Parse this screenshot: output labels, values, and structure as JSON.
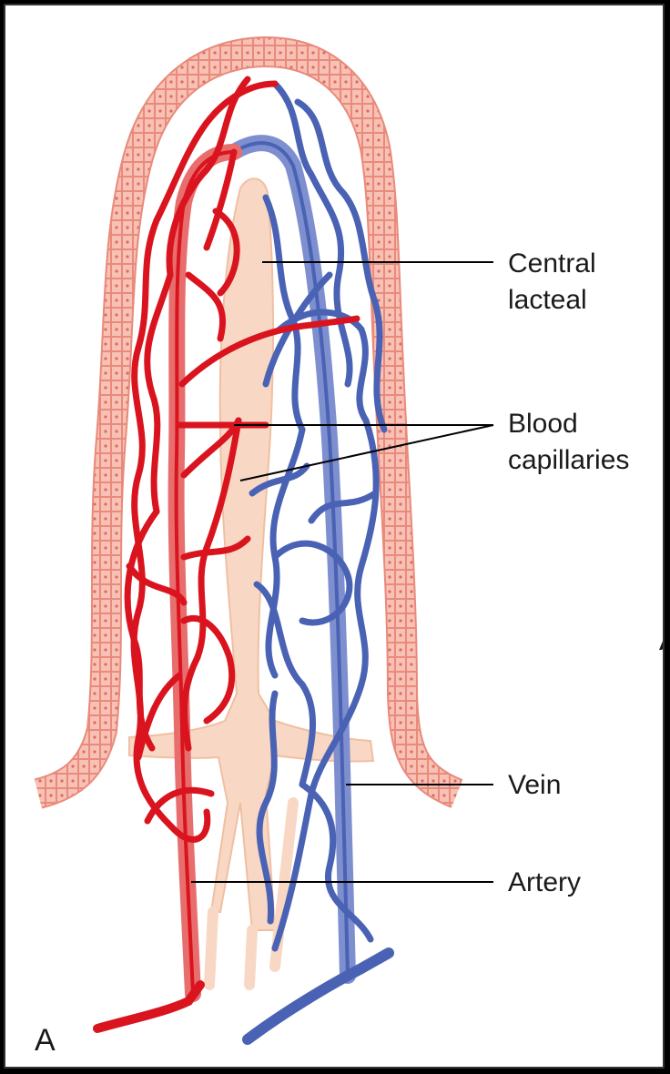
{
  "figure": {
    "panel_letter": "A",
    "edge_letter": "A",
    "colors": {
      "artery": "#d9141e",
      "artery_trunk": "#e86e6e",
      "vein": "#4a62b4",
      "vein_trunk": "#7e8fcf",
      "lacteal": "#f8d8c4",
      "epithelium": "#f2a898",
      "background": "#ffffff",
      "frame": "#000000"
    },
    "labels": {
      "central_lacteal_1": "Central",
      "central_lacteal_2": "lacteal",
      "blood_capillaries_1": "Blood",
      "blood_capillaries_2": "capillaries",
      "vein": "Vein",
      "artery": "Artery"
    }
  }
}
